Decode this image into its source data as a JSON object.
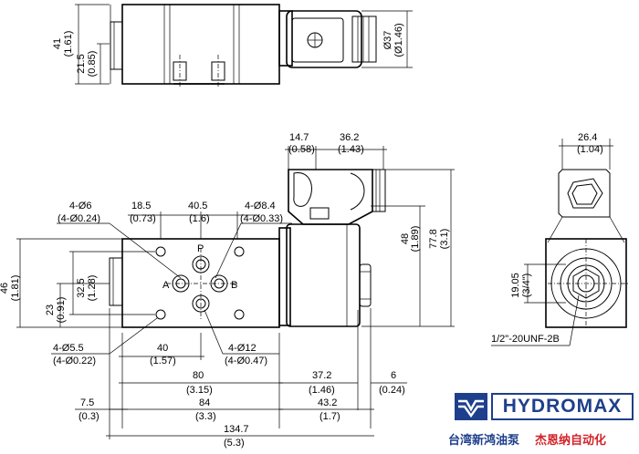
{
  "dimensions": {
    "top_height_mm": "41",
    "top_height_in": "(1.61)",
    "top_mid_mm": "21.5",
    "top_mid_in": "(0.85)",
    "coil_dia_mm": "Ø37",
    "coil_dia_in": "(Ø1.46)",
    "d14_7_mm": "14.7",
    "d14_7_in": "(0.58)",
    "d36_2_mm": "36.2",
    "d36_2_in": "(1.43)",
    "d26_4_mm": "26.4",
    "d26_4_in": "(1.04)",
    "hole6_mm": "4-Ø6",
    "hole6_in": "(4-Ø0.24)",
    "d18_5_mm": "18.5",
    "d18_5_in": "(0.73)",
    "d40_5_mm": "40.5",
    "d40_5_in": "(1.6)",
    "hole8_4_mm": "4-Ø8.4",
    "hole8_4_in": "(4-Ø0.33)",
    "d48_mm": "48",
    "d48_in": "(1.89)",
    "d77_8_mm": "77.8",
    "d77_8_in": "(3.1)",
    "d46_mm": "46",
    "d46_in": "(1.81)",
    "d32_5_mm": "32.5",
    "d32_5_in": "(1.28)",
    "d23_mm": "23",
    "d23_in": "(0.91)",
    "d19_05_mm": "19.05",
    "d19_05_in": "(3/4\")",
    "thread": "1/2\"-20UNF-2B",
    "hole5_5_mm": "4-Ø5.5",
    "hole5_5_in": "(4-Ø0.22)",
    "d40_mm": "40",
    "d40_in": "(1.57)",
    "hole12_mm": "4-Ø12",
    "hole12_in": "(4-Ø0.47)",
    "d80_mm": "80",
    "d80_in": "(3.15)",
    "d37_2_mm": "37.2",
    "d37_2_in": "(1.46)",
    "d6_mm": "6",
    "d6_in": "(0.24)",
    "d7_5_mm": "7.5",
    "d7_5_in": "(0.3)",
    "d84_mm": "84",
    "d84_in": "(3.3)",
    "d43_2_mm": "43.2",
    "d43_2_in": "(1.7)",
    "d134_7_mm": "134.7",
    "d134_7_in": "(5.3)"
  },
  "ports": {
    "p": "P",
    "a": "A",
    "b": "B"
  },
  "brand": {
    "name": "HYDROMAX",
    "cn_blue": "台湾新鸿油泵",
    "cn_red": "杰恩纳自动化",
    "color_blue": "#1e3f8c",
    "color_red": "#d2232a"
  }
}
